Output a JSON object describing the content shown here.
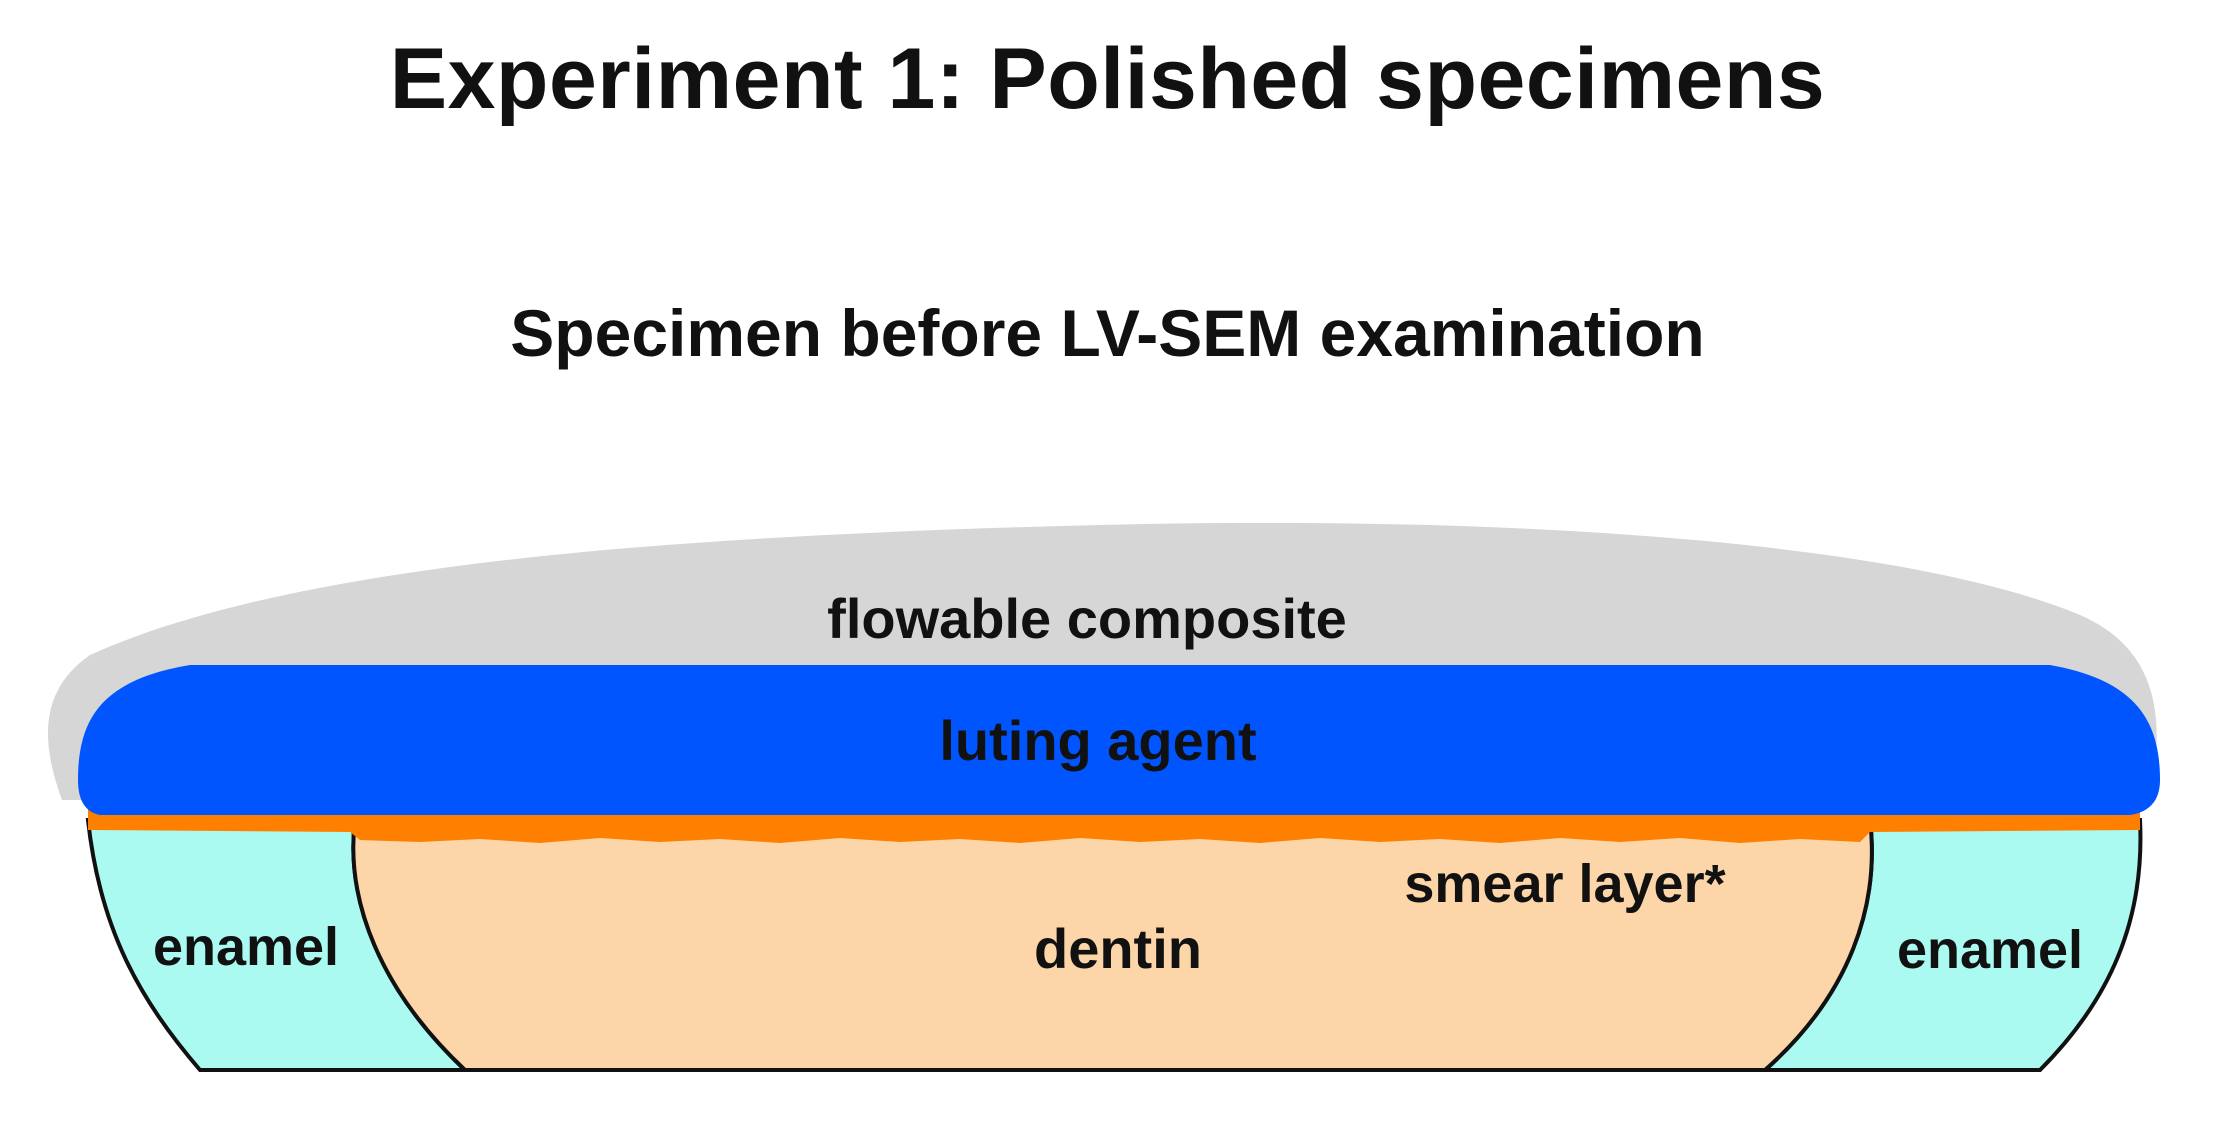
{
  "title": "Experiment 1: Polished specimens",
  "subtitle": "Specimen before LV-SEM examination",
  "layers": {
    "flowable_composite": {
      "label": "flowable composite",
      "color": "#d6d6d6"
    },
    "luting_agent": {
      "label": "luting agent",
      "color": "#0055ff"
    },
    "smear_layer": {
      "label": "smear layer*",
      "color": "#ff7f00"
    },
    "dentin": {
      "label": "dentin",
      "color": "#fcd6a8"
    },
    "enamel_left": {
      "label": "enamel",
      "color": "#aafaf2"
    },
    "enamel_right": {
      "label": "enamel",
      "color": "#aafaf2"
    }
  }
}
